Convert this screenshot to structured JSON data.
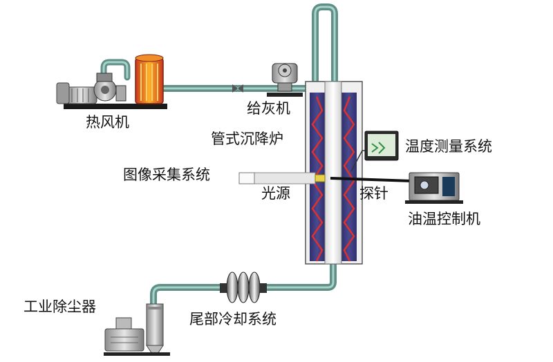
{
  "labels": {
    "hot_air_blower": "热风机",
    "ash_feeder": "给灰机",
    "drop_tube_furnace": "管式沉降炉",
    "image_acquisition": "图像采集系统",
    "light_source": "光源",
    "temperature_measurement": "温度测量系统",
    "probe": "探针",
    "oil_temp_controller": "油温控制机",
    "industrial_dust_collector": "工业除尘器",
    "tail_cooling": "尾部冷却系统"
  },
  "colors": {
    "pipe": "#5f8f86",
    "pipe_highlight": "#9cc9c0",
    "furnace_wall": "#3c3c7e",
    "heater_zigzag": "#e0302c",
    "heater_glow": "#ff8a1a",
    "machine_base": "#1a1a1a"
  }
}
